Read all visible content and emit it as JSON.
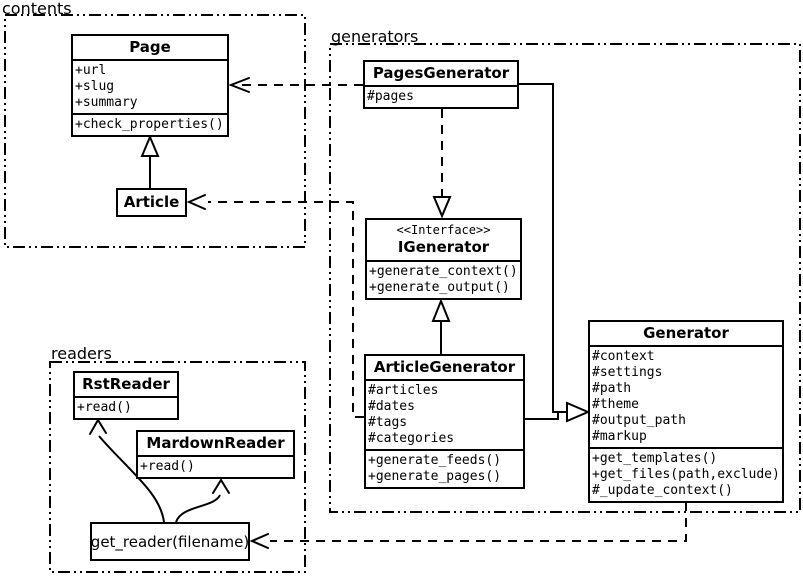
{
  "packages": {
    "contents": {
      "label": "contents"
    },
    "generators": {
      "label": "generators"
    },
    "readers": {
      "label": "readers"
    }
  },
  "classes": {
    "page": {
      "name": "Page",
      "attributes": [
        "+url",
        "+slug",
        "+summary"
      ],
      "methods": [
        "+check_properties()"
      ]
    },
    "article": {
      "name": "Article",
      "attributes": [],
      "methods": []
    },
    "pagesGenerator": {
      "name": "PagesGenerator",
      "attributes": [
        "#pages"
      ],
      "methods": []
    },
    "iGenerator": {
      "stereotype": "<<Interface>>",
      "name": "IGenerator",
      "attributes": [],
      "methods": [
        "+generate_context()",
        "+generate_output()"
      ]
    },
    "articleGenerator": {
      "name": "ArticleGenerator",
      "attributes": [
        "#articles",
        "#dates",
        "#tags",
        "#categories"
      ],
      "methods": [
        "+generate_feeds()",
        "+generate_pages()"
      ]
    },
    "generator": {
      "name": "Generator",
      "attributes": [
        "#context",
        "#settings",
        "#path",
        "#theme",
        "#output_path",
        "#markup"
      ],
      "methods": [
        "+get_templates()",
        "+get_files(path,exclude)",
        "#_update_context()"
      ]
    },
    "rstReader": {
      "name": "RstReader",
      "attributes": [],
      "methods": [
        "+read()"
      ]
    },
    "mardownReader": {
      "name": "MardownReader",
      "attributes": [],
      "methods": [
        "+read()"
      ]
    },
    "getReader": {
      "name": "get_reader(filename)"
    }
  },
  "relationships": [
    {
      "from": "Article",
      "to": "Page",
      "type": "inheritance"
    },
    {
      "from": "PagesGenerator",
      "to": "Page",
      "type": "dependency"
    },
    {
      "from": "ArticleGenerator",
      "to": "Article",
      "type": "dependency"
    },
    {
      "from": "PagesGenerator",
      "to": "IGenerator",
      "type": "realization"
    },
    {
      "from": "ArticleGenerator",
      "to": "IGenerator",
      "type": "inheritance"
    },
    {
      "from": "PagesGenerator",
      "to": "Generator",
      "type": "inheritance"
    },
    {
      "from": "ArticleGenerator",
      "to": "Generator",
      "type": "inheritance"
    },
    {
      "from": "Generator",
      "to": "get_reader(filename)",
      "type": "dependency"
    },
    {
      "from": "get_reader(filename)",
      "to": "RstReader",
      "type": "association"
    },
    {
      "from": "get_reader(filename)",
      "to": "MardownReader",
      "type": "association"
    }
  ],
  "colors": {
    "stroke": "#000000",
    "fill": "#ffffff",
    "text": "#000000"
  }
}
